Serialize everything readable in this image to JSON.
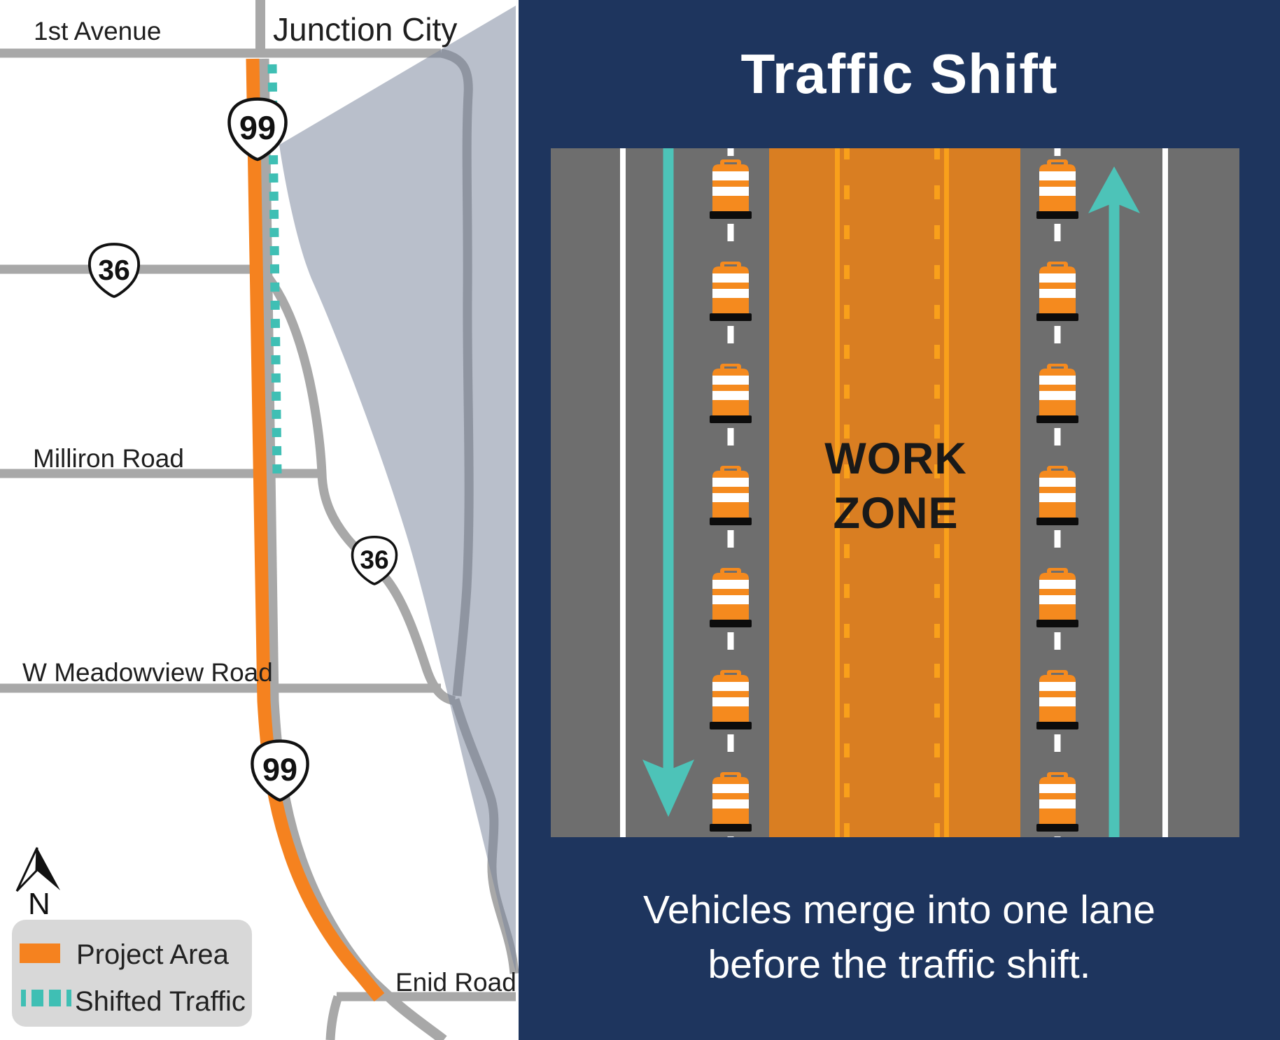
{
  "map": {
    "labels": {
      "first_avenue": "1st Avenue",
      "junction_city": "Junction City",
      "milliron_road": "Milliron Road",
      "meadowview_road": "W Meadowview Road",
      "enid_road": "Enid Road",
      "north": "N"
    },
    "shields": {
      "route_99_north": "99",
      "route_36_west": "36",
      "route_36_east": "36",
      "route_99_south": "99"
    },
    "legend": {
      "project_area": "Project Area",
      "shifted_traffic": "Shifted Traffic"
    },
    "colors": {
      "project_orange": "#F5821F",
      "shifted_teal": "#3FBFB4",
      "road_gray": "#A8A8A8",
      "overlay_blue_gray": "#7987A0",
      "background": "#FFFFFF"
    }
  },
  "panel": {
    "title": "Traffic Shift",
    "work_zone": {
      "line1": "WORK",
      "line2": "ZONE"
    },
    "caption": {
      "line1": "Vehicles merge into one lane",
      "line2": "before the traffic shift."
    },
    "colors": {
      "navy": "#1E355E",
      "road_gray": "#6E6E6E",
      "zone_orange": "#D97E22",
      "zone_line_orange": "#F9A01B",
      "arrow_teal": "#4DC3B8",
      "barrel_orange": "#F58A1E",
      "lane_line_white": "#FFFFFF"
    }
  }
}
